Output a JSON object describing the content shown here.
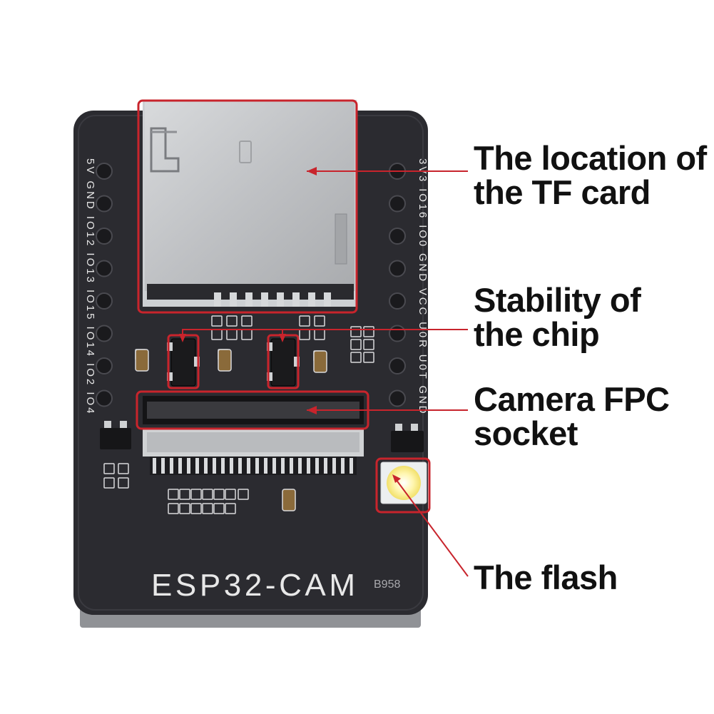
{
  "board": {
    "name": "ESP32-CAM",
    "code": "B958",
    "left_pins": [
      "5V",
      "GND",
      "IO12",
      "IO13",
      "IO15",
      "IO14",
      "IO2",
      "IO4"
    ],
    "right_pins": [
      "3V3",
      "IO16",
      "IO0",
      "GND",
      "VCC",
      "U0R",
      "U0T",
      "GND"
    ]
  },
  "callouts": {
    "tf_card": [
      "The location of",
      "the TF card"
    ],
    "chip": [
      "Stability of",
      "the chip"
    ],
    "fpc": [
      "Camera FPC",
      "socket"
    ],
    "flash": [
      "The flash"
    ]
  },
  "colors": {
    "pcb": "#2b2b30",
    "highlight": "#c8242c",
    "pointer": "#c8242c",
    "silkscreen": "#e8e8e8",
    "metal": "#c9cbcd",
    "led": "#fff4a8"
  }
}
